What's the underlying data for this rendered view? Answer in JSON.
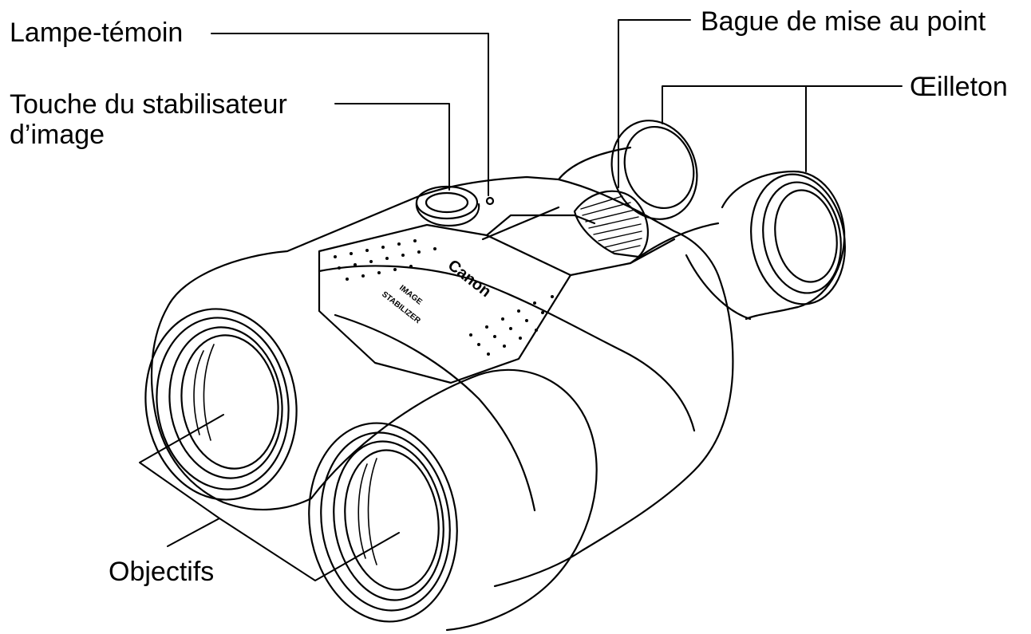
{
  "diagram": {
    "labels": {
      "lamp": "Lampe-témoin",
      "stabilizer_line1": "Touche du stabilisateur",
      "stabilizer_line2": "d’image",
      "focus_ring": "Bague de mise au point",
      "eyecup": "Œilleton",
      "objectives": "Objectifs"
    },
    "body_markings": {
      "brand": "Canon",
      "badge_line1": "IMAGE",
      "badge_line2": "STABILIZER"
    },
    "colors": {
      "ink": "#000000",
      "paper": "#ffffff"
    }
  }
}
